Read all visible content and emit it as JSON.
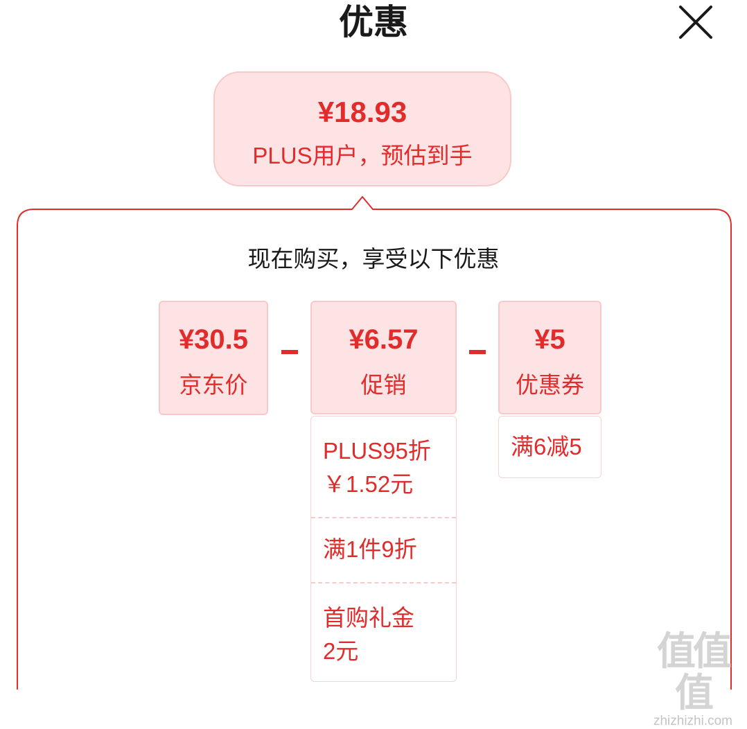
{
  "header": {
    "title": "优惠",
    "close_icon": "close-icon"
  },
  "summary": {
    "price": "¥18.93",
    "note": "PLUS用户，预估到手"
  },
  "panel": {
    "heading": "现在购买，享受以下优惠",
    "jd_price": {
      "amount": "¥30.5",
      "label": "京东价"
    },
    "promotion": {
      "amount": "¥6.57",
      "label": "促销",
      "items": [
        {
          "line1": "PLUS95折",
          "line2": "￥1.52元"
        },
        {
          "line1": "满1件9折"
        },
        {
          "line1": "首购礼金",
          "line2": "2元"
        }
      ]
    },
    "coupon": {
      "amount": "¥5",
      "label": "优惠券",
      "items": [
        {
          "line1": "满6减5"
        }
      ]
    },
    "operators": [
      "−",
      "−"
    ]
  },
  "watermark": {
    "logo": "值值值",
    "url": "zhizhizhi.com"
  },
  "colors": {
    "accent": "#e22b2b",
    "tint": "#fde3e3",
    "tint_border": "#f9c9c9"
  }
}
